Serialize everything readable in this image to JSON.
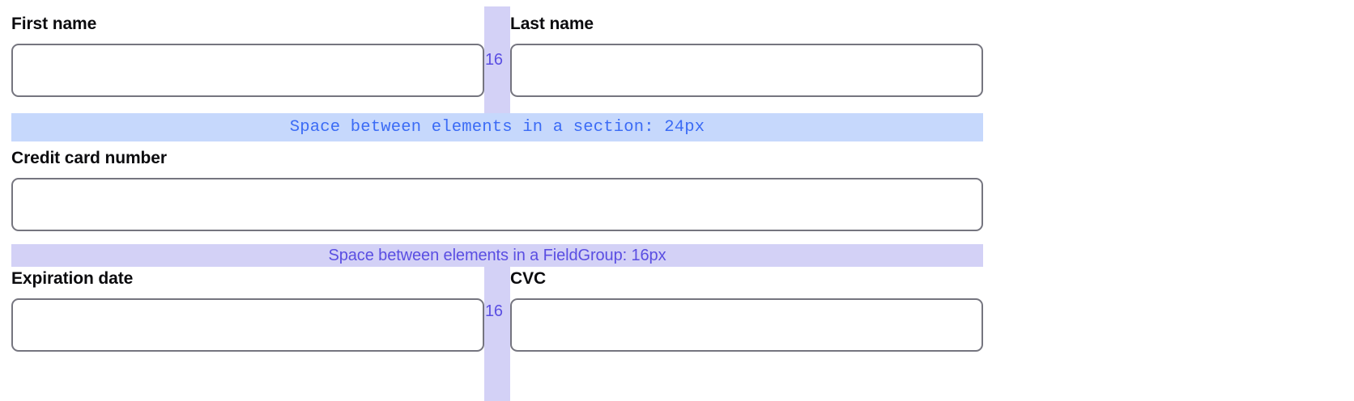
{
  "form": {
    "rows": [
      {
        "name": "name-row",
        "fields": [
          {
            "label": "First name",
            "value": "",
            "placeholder": ""
          },
          {
            "label": "Last name",
            "value": "",
            "placeholder": ""
          }
        ],
        "gap_label": "16"
      },
      {
        "name": "card-row",
        "fields": [
          {
            "label": "Credit card number",
            "value": "",
            "placeholder": ""
          }
        ],
        "gap_label": ""
      },
      {
        "name": "expiry-row",
        "fields": [
          {
            "label": "Expiration date",
            "value": "",
            "placeholder": ""
          },
          {
            "label": "CVC",
            "value": "",
            "placeholder": ""
          }
        ],
        "gap_label": "16"
      }
    ]
  },
  "annotations": {
    "section_spacing": {
      "text": "Space between elements in a section: 24px",
      "value": "24px",
      "band_color": "#c6d8fc",
      "text_color": "#3b6bf5"
    },
    "fieldgroup_spacing": {
      "text": "Space between elements in a FieldGroup: 16px",
      "value": "16px",
      "band_color": "#d3d1f6",
      "text_color": "#5a4ee2"
    },
    "column_gap": {
      "label": "16",
      "band_color": "#d3d1f6",
      "text_color": "#5a4ee2"
    }
  },
  "colors": {
    "input_border": "#75757f",
    "label_text": "#0b0b0e",
    "page_background": "#ffffff"
  }
}
